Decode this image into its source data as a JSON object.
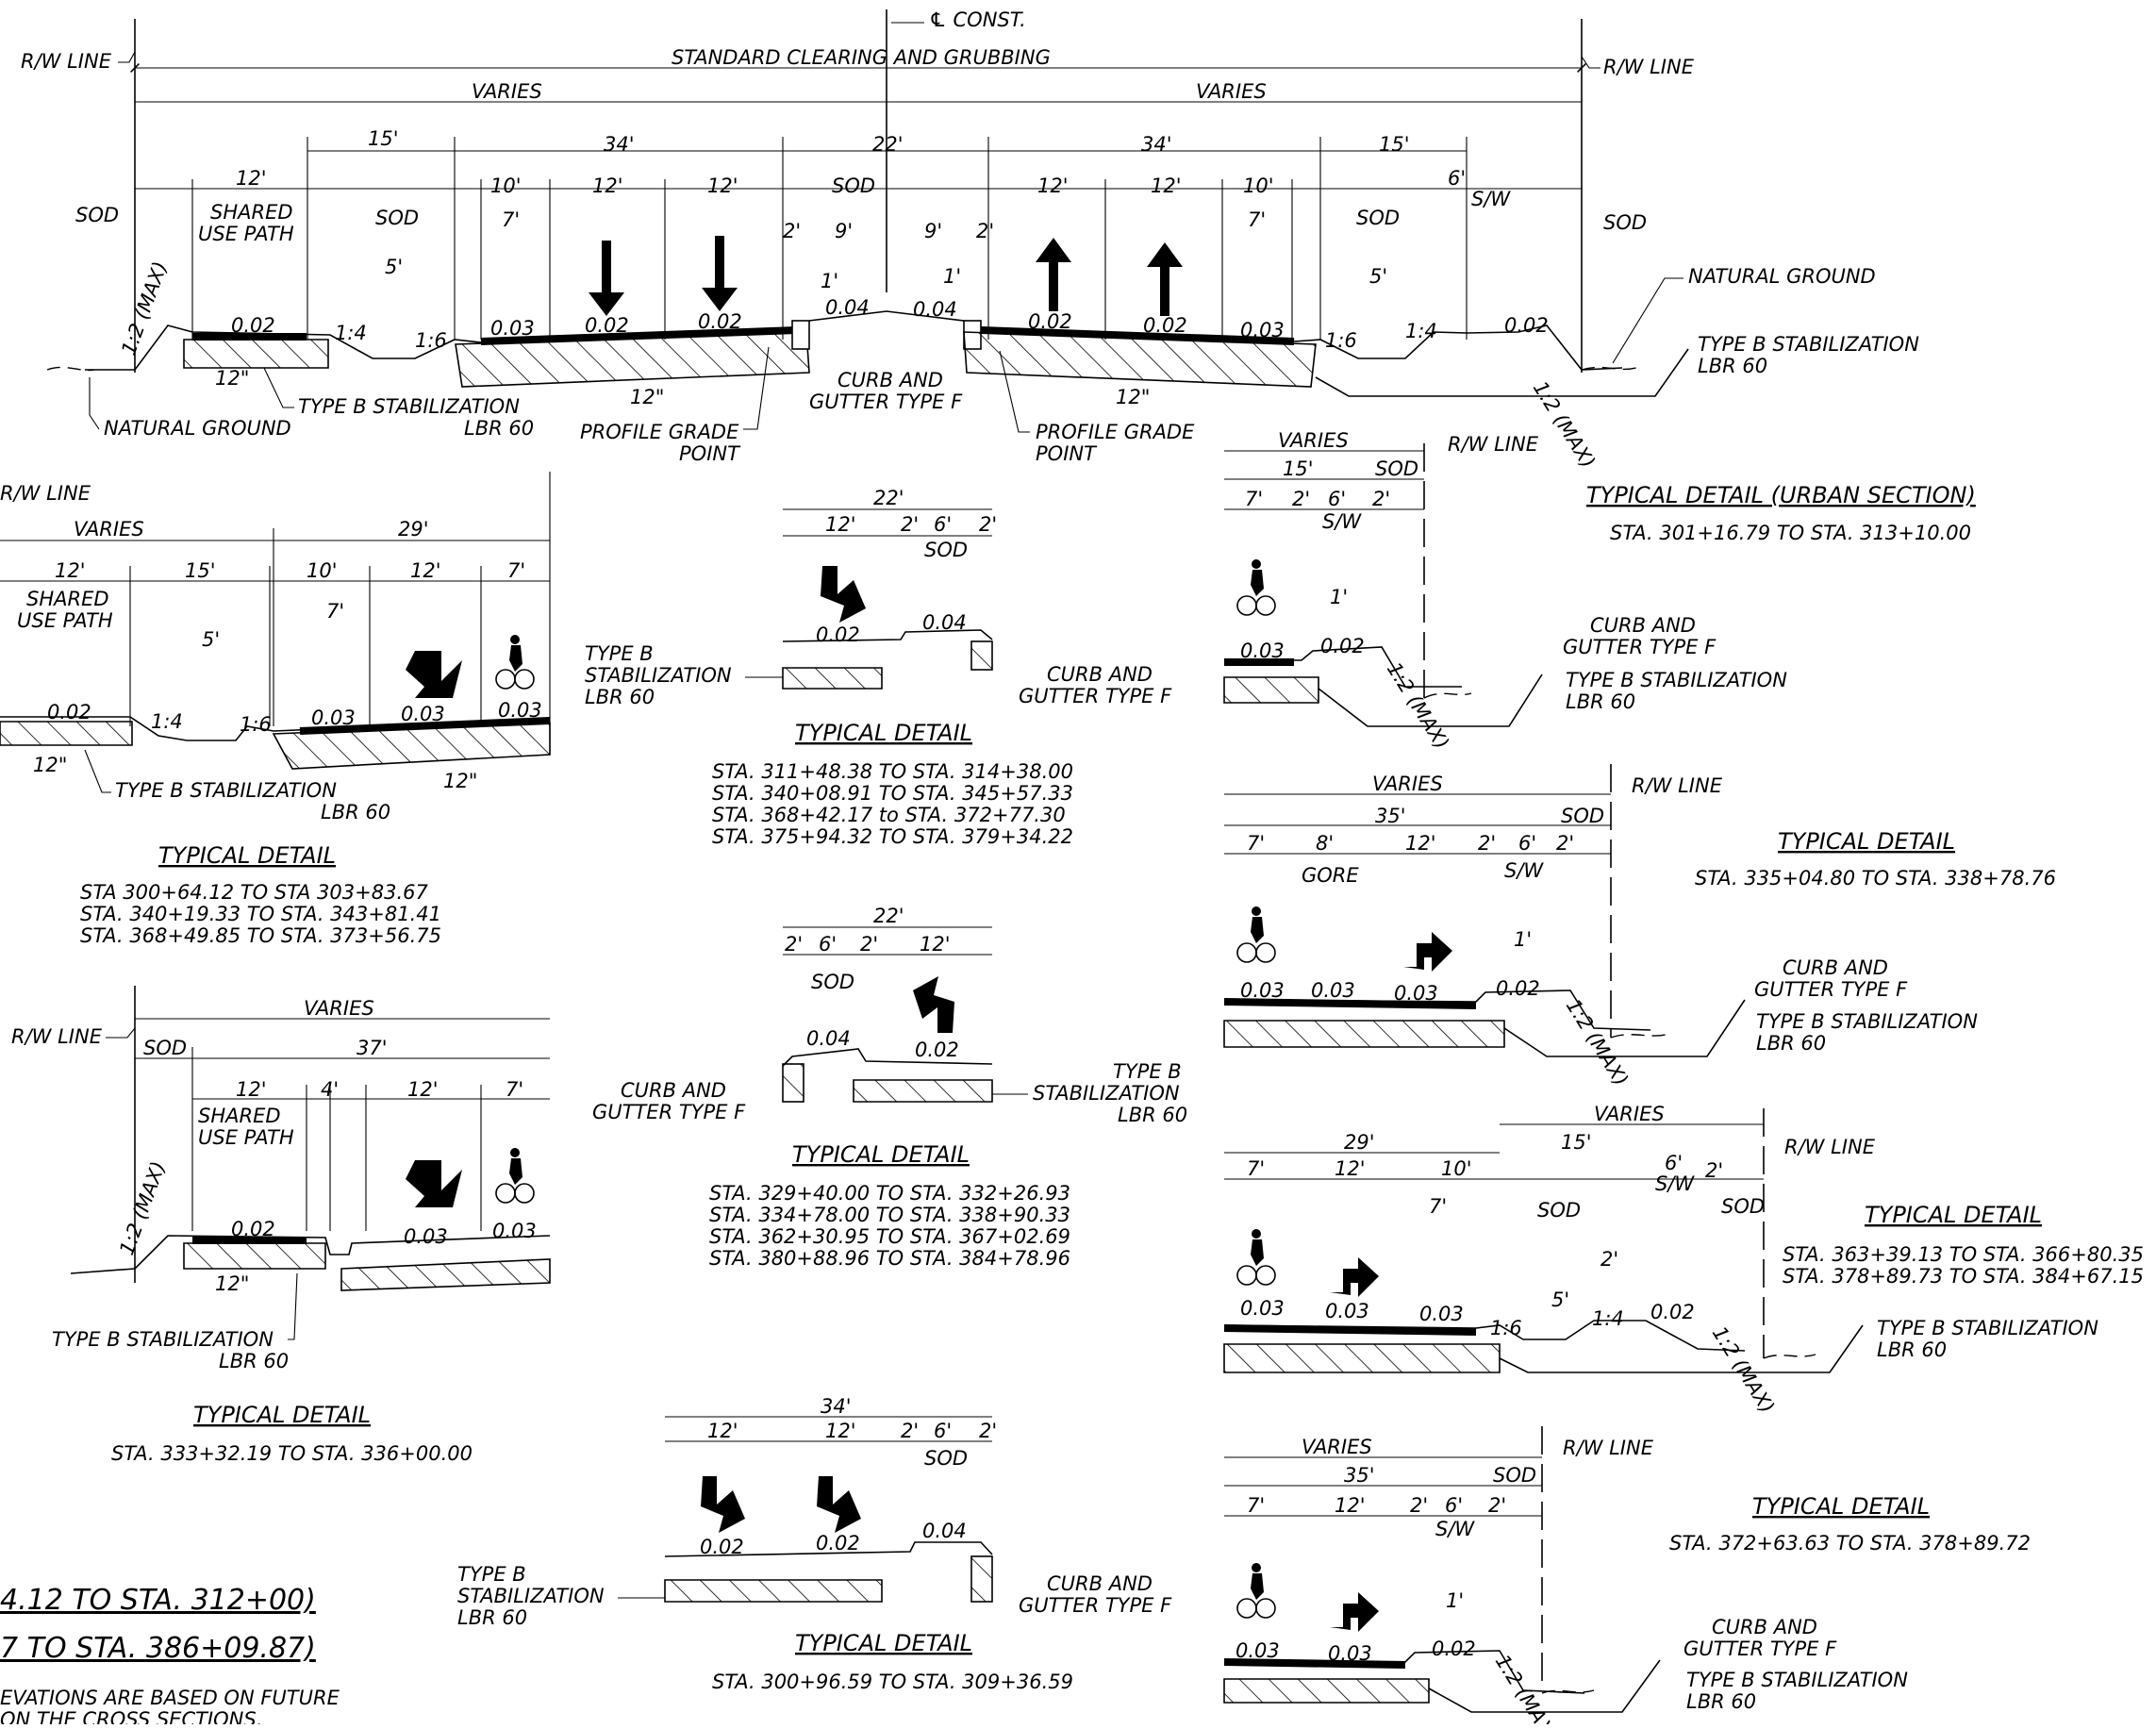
{
  "main": {
    "centerline_label": "℄ CONST.",
    "rw_line": "R/W LINE",
    "clearing": "STANDARD CLEARING AND GRUBBING",
    "varies": "VARIES",
    "sod": "SOD",
    "sw": "S/W",
    "shared_use_path": [
      "SHARED",
      "USE PATH"
    ],
    "natural_ground": "NATURAL GROUND",
    "stab": [
      "TYPE B STABILIZATION",
      "LBR 60"
    ],
    "stab_stacked": [
      "TYPE B",
      "STABILIZATION",
      "LBR 60"
    ],
    "curb": [
      "CURB AND",
      "GUTTER TYPE F"
    ],
    "profile": [
      "PROFILE GRADE",
      "POINT"
    ],
    "gore": "GORE",
    "max_slope": "1:2 (MAX)",
    "slope_1_4": "1:4",
    "slope_1_6": "1:6",
    "depth_12": "12\"",
    "top_dims": [
      "15'",
      "34'",
      "22'",
      "34'",
      "15'"
    ],
    "lane_dims": [
      "12'",
      "10'",
      "12'",
      "12'",
      "2'",
      "9'",
      "9'",
      "2'",
      "12'",
      "12'",
      "10'",
      "6'",
      "7'",
      "5'",
      "1'",
      "2'"
    ],
    "grades": [
      "0.02",
      "0.03",
      "0.04"
    ]
  },
  "details": {
    "urban": {
      "title": "TYPICAL DETAIL (URBAN SECTION)",
      "stations": [
        "STA. 301+16.79 TO STA. 313+10.00"
      ]
    },
    "left_top": {
      "title": "TYPICAL DETAIL",
      "dims": [
        "VARIES",
        "29'",
        "12'",
        "15'",
        "10'",
        "12'",
        "7'"
      ],
      "stations": [
        "STA 300+64.12 TO STA 303+83.67",
        "STA. 340+19.33 TO STA. 343+81.41",
        "STA. 368+49.85 TO STA. 373+56.75"
      ]
    },
    "left_bottom": {
      "title": "TYPICAL DETAIL",
      "dims": [
        "VARIES",
        "37'",
        "12'",
        "4'",
        "12'",
        "7'"
      ],
      "stations": [
        "STA. 333+32.19 TO STA. 336+00.00"
      ]
    },
    "center_1": {
      "title": "TYPICAL DETAIL",
      "dims": [
        "22'",
        "12'",
        "2'",
        "6'",
        "2'"
      ],
      "stations": [
        "STA. 311+48.38 TO STA. 314+38.00",
        "STA. 340+08.91 TO STA. 345+57.33",
        "STA. 368+42.17 to STA. 372+77.30",
        "STA. 375+94.32 TO STA. 379+34.22"
      ]
    },
    "center_2": {
      "title": "TYPICAL DETAIL",
      "dims": [
        "22'",
        "2'",
        "6'",
        "2'",
        "12'"
      ],
      "stations": [
        "STA. 329+40.00 TO STA. 332+26.93",
        "STA. 334+78.00 TO STA. 338+90.33",
        "STA. 362+30.95 TO STA. 367+02.69",
        "STA. 380+88.96 TO STA. 384+78.96"
      ]
    },
    "center_3": {
      "title": "TYPICAL DETAIL",
      "dims": [
        "34'",
        "12'",
        "12'",
        "2'",
        "6'",
        "2'"
      ],
      "stations": [
        "STA. 300+96.59 TO STA. 309+36.59"
      ]
    },
    "right_1": {
      "dims": [
        "VARIES",
        "15'",
        "SOD",
        "7'",
        "2'",
        "6'",
        "2'"
      ]
    },
    "right_2": {
      "title": "TYPICAL DETAIL",
      "dims": [
        "VARIES",
        "35'",
        "SOD",
        "7'",
        "8'",
        "12'",
        "2'",
        "6'",
        "2'"
      ],
      "stations": [
        "STA. 335+04.80 TO STA. 338+78.76"
      ]
    },
    "right_3": {
      "title": "TYPICAL DETAIL",
      "dims": [
        "29'",
        "VARIES",
        "7'",
        "12'",
        "10'",
        "15'",
        "6'",
        "2'"
      ],
      "stations": [
        "STA. 363+39.13 TO STA. 366+80.35",
        "STA. 378+89.73 TO STA. 384+67.15"
      ]
    },
    "right_4": {
      "title": "TYPICAL DETAIL",
      "dims": [
        "VARIES",
        "35'",
        "SOD",
        "7'",
        "12'",
        "2'",
        "6'",
        "2'"
      ],
      "stations": [
        "STA. 372+63.63 TO STA. 378+89.72"
      ]
    }
  },
  "footer": {
    "station_range_1": "4.12 TO STA. 312+00)",
    "station_range_2": "7 TO STA. 386+09.87)",
    "note_1": "EVATIONS ARE BASED ON FUTURE",
    "note_2": "ON THE CROSS SECTIONS."
  }
}
